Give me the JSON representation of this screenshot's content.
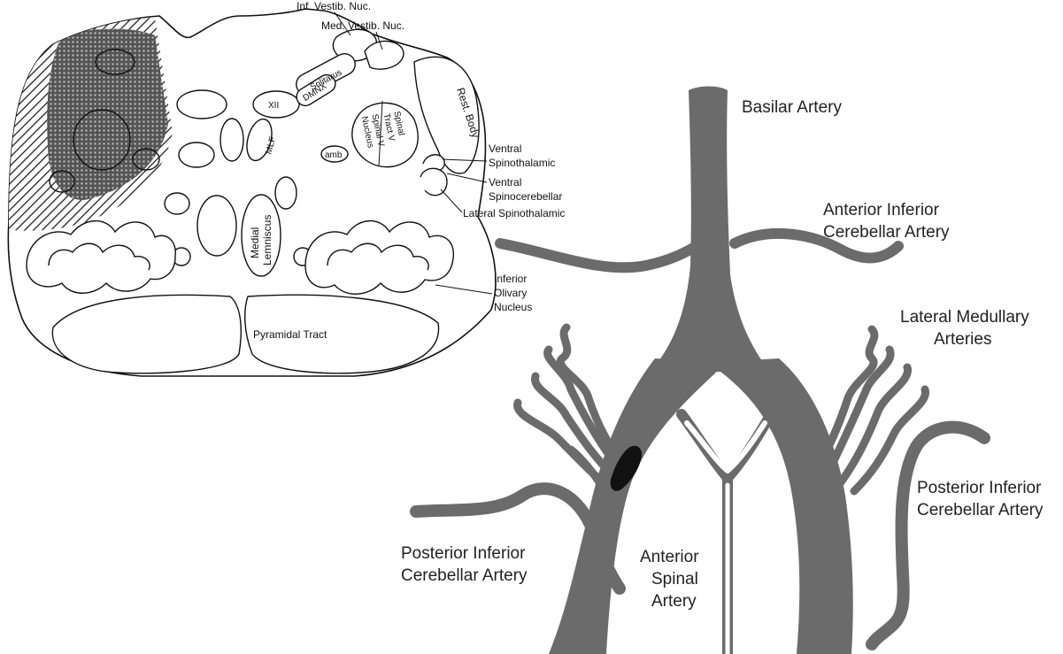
{
  "medulla": {
    "inf_vestib": "Inf. Vestib. Nuc.",
    "med_vestib": "Med. Vestib. Nuc.",
    "solitarus": "Solitarus",
    "dmnx": "DMNX",
    "xii": "XII",
    "mlf": "MLF",
    "rest_body": "Rest. Body",
    "spinal_tract_l1": "Spinal",
    "spinal_tract_l2": "Tract V",
    "spinal_nucleus_l1": "Spinal V",
    "spinal_nucleus_l2": "Nucleus",
    "amb": "amb",
    "ventral_spinothalamic_l1": "Ventral",
    "ventral_spinothalamic_l2": "Spinothalamic",
    "ventral_spinocerebellar_l1": "Ventral",
    "ventral_spinocerebellar_l2": "Spinocerebellar",
    "lateral_spinothalamic": "Lateral Spinothalamic",
    "medial_lemniscus_l1": "Medial",
    "medial_lemniscus_l2": "Lemniscus",
    "inferior_olivary_l1": "Inferior",
    "inferior_olivary_l2": "Olivary",
    "inferior_olivary_l3": "Nucleus",
    "pyramidal_tract": "Pyramidal Tract"
  },
  "arteries": {
    "basilar": "Basilar Artery",
    "aica_l1": "Anterior Inferior",
    "aica_l2": "Cerebellar Artery",
    "lateral_medullary_l1": "Lateral Medullary",
    "lateral_medullary_l2": "Arteries",
    "pica_right_l1": "Posterior Inferior",
    "pica_right_l2": "Cerebellar Artery",
    "pica_left_l1": "Posterior Inferior",
    "pica_left_l2": "Cerebellar Artery",
    "anterior_spinal_l1": "Anterior",
    "anterior_spinal_l2": "Spinal",
    "anterior_spinal_l3": "Artery"
  },
  "colors": {
    "artery": "#6b6b6b",
    "occlusion": "#111111",
    "infarct_hatch": "#333333"
  }
}
